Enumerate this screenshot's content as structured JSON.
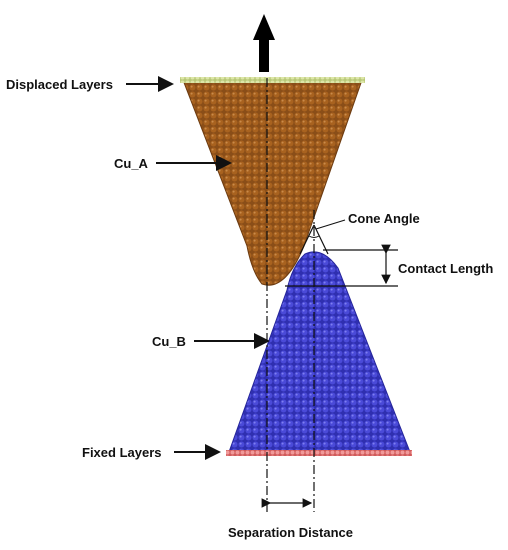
{
  "labels": {
    "displaced_layers": "Displaced Layers",
    "cu_a": "Cu_A",
    "cone_angle": "Cone Angle",
    "contact_length": "Contact Length",
    "cu_b": "Cu_B",
    "fixed_layers": "Fixed Layers",
    "separation_distance": "Separation Distance"
  },
  "colors": {
    "cu_a_atoms": "#9c5a1c",
    "cu_a_outline": "#6b3a10",
    "cu_b_atoms": "#4747d6",
    "cu_b_outline": "#25259a",
    "displaced_layer": "#c8d48a",
    "fixed_layer": "#e07070",
    "annotation": "#111111"
  },
  "icons": {
    "pull_direction": "up-arrow-icon"
  }
}
